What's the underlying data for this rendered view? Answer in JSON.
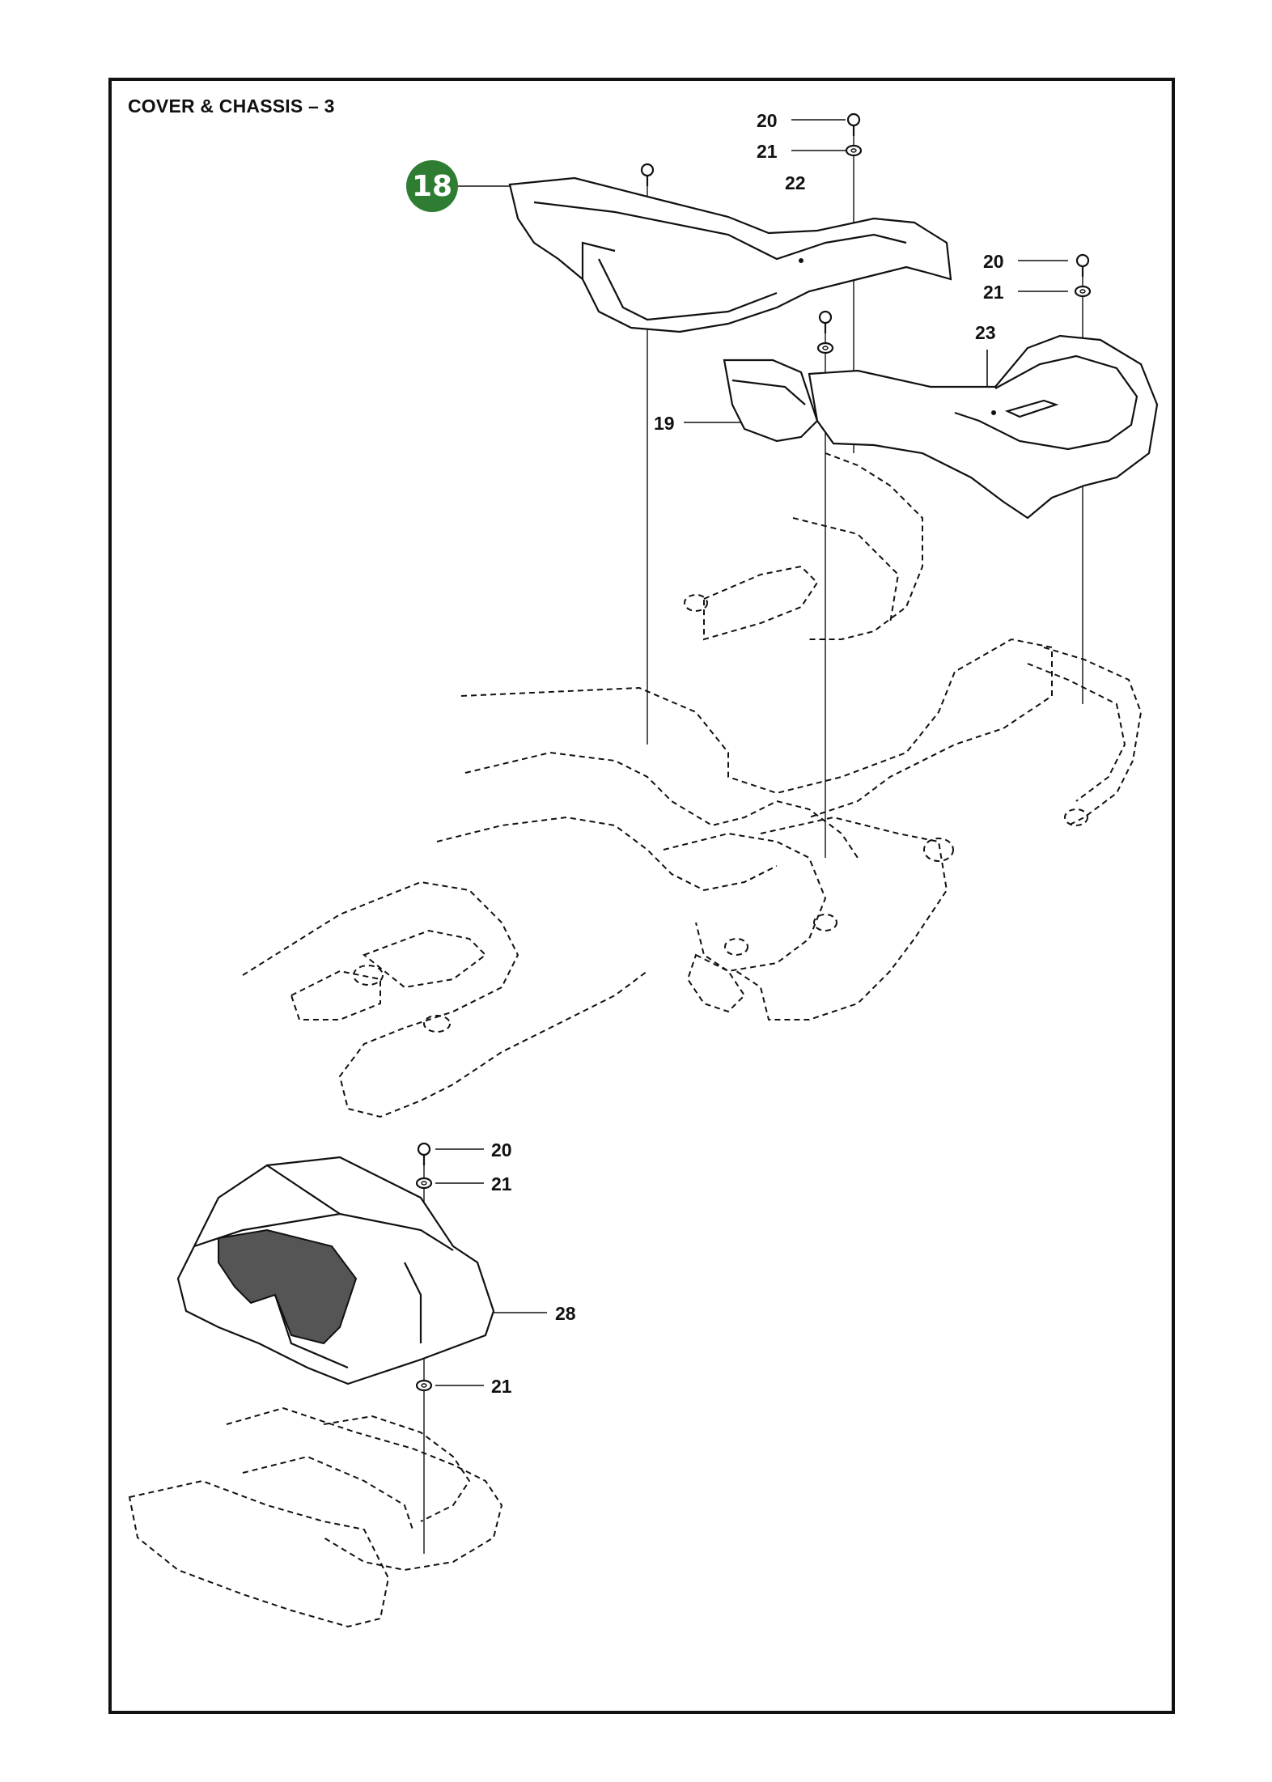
{
  "page": {
    "title": "COVER & CHASSIS – 3"
  },
  "badge": {
    "label": "18",
    "color": "#2e7d32"
  },
  "callouts": [
    {
      "id": "c20a",
      "label": "20"
    },
    {
      "id": "c21a",
      "label": "21"
    },
    {
      "id": "c22",
      "label": "22"
    },
    {
      "id": "c20b",
      "label": "20"
    },
    {
      "id": "c21b",
      "label": "21"
    },
    {
      "id": "c23",
      "label": "23"
    },
    {
      "id": "c19",
      "label": "19"
    },
    {
      "id": "c20c",
      "label": "20"
    },
    {
      "id": "c21c",
      "label": "21"
    },
    {
      "id": "c28",
      "label": "28"
    },
    {
      "id": "c21d",
      "label": "21"
    }
  ]
}
